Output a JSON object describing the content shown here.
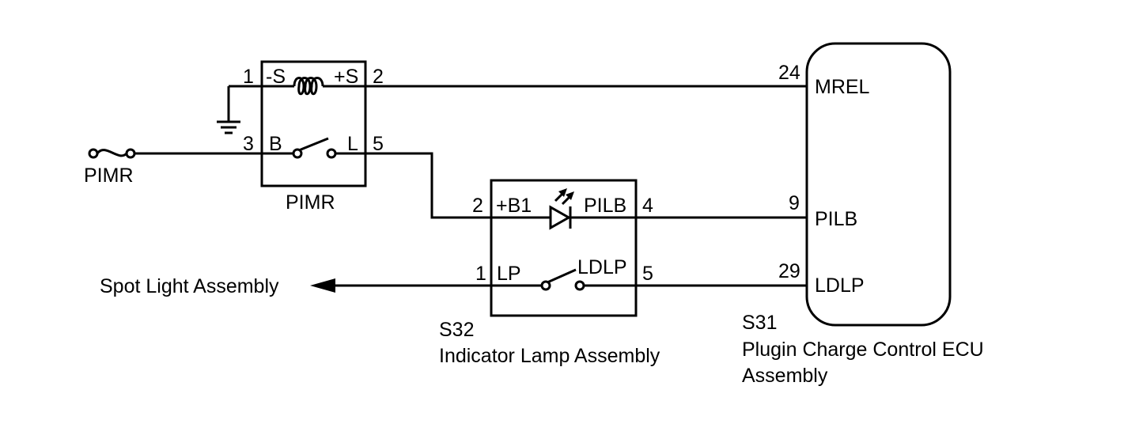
{
  "relay": {
    "name": "PIMR",
    "pins": {
      "p1": "1",
      "p1_label": "-S",
      "p2": "2",
      "p2_label": "+S",
      "p3": "3",
      "p3_label": "B",
      "p5": "5",
      "p5_label": "L"
    }
  },
  "fuse": {
    "name": "PIMR"
  },
  "indicator_lamp": {
    "code": "S32",
    "name": "Indicator Lamp Assembly",
    "pins": {
      "p2": "2",
      "p2_label": "+B1",
      "p4": "4",
      "p4_label": "PILB",
      "p1": "1",
      "p1_label": "LP",
      "p5": "5",
      "p5_label": "LDLP"
    }
  },
  "ecu": {
    "code": "S31",
    "name_line1": "Plugin Charge Control ECU",
    "name_line2": "Assembly",
    "pins": {
      "p24": "24",
      "p24_label": "MREL",
      "p9": "9",
      "p9_label": "PILB",
      "p29": "29",
      "p29_label": "LDLP"
    }
  },
  "spot_light": {
    "label": "Spot Light Assembly"
  }
}
